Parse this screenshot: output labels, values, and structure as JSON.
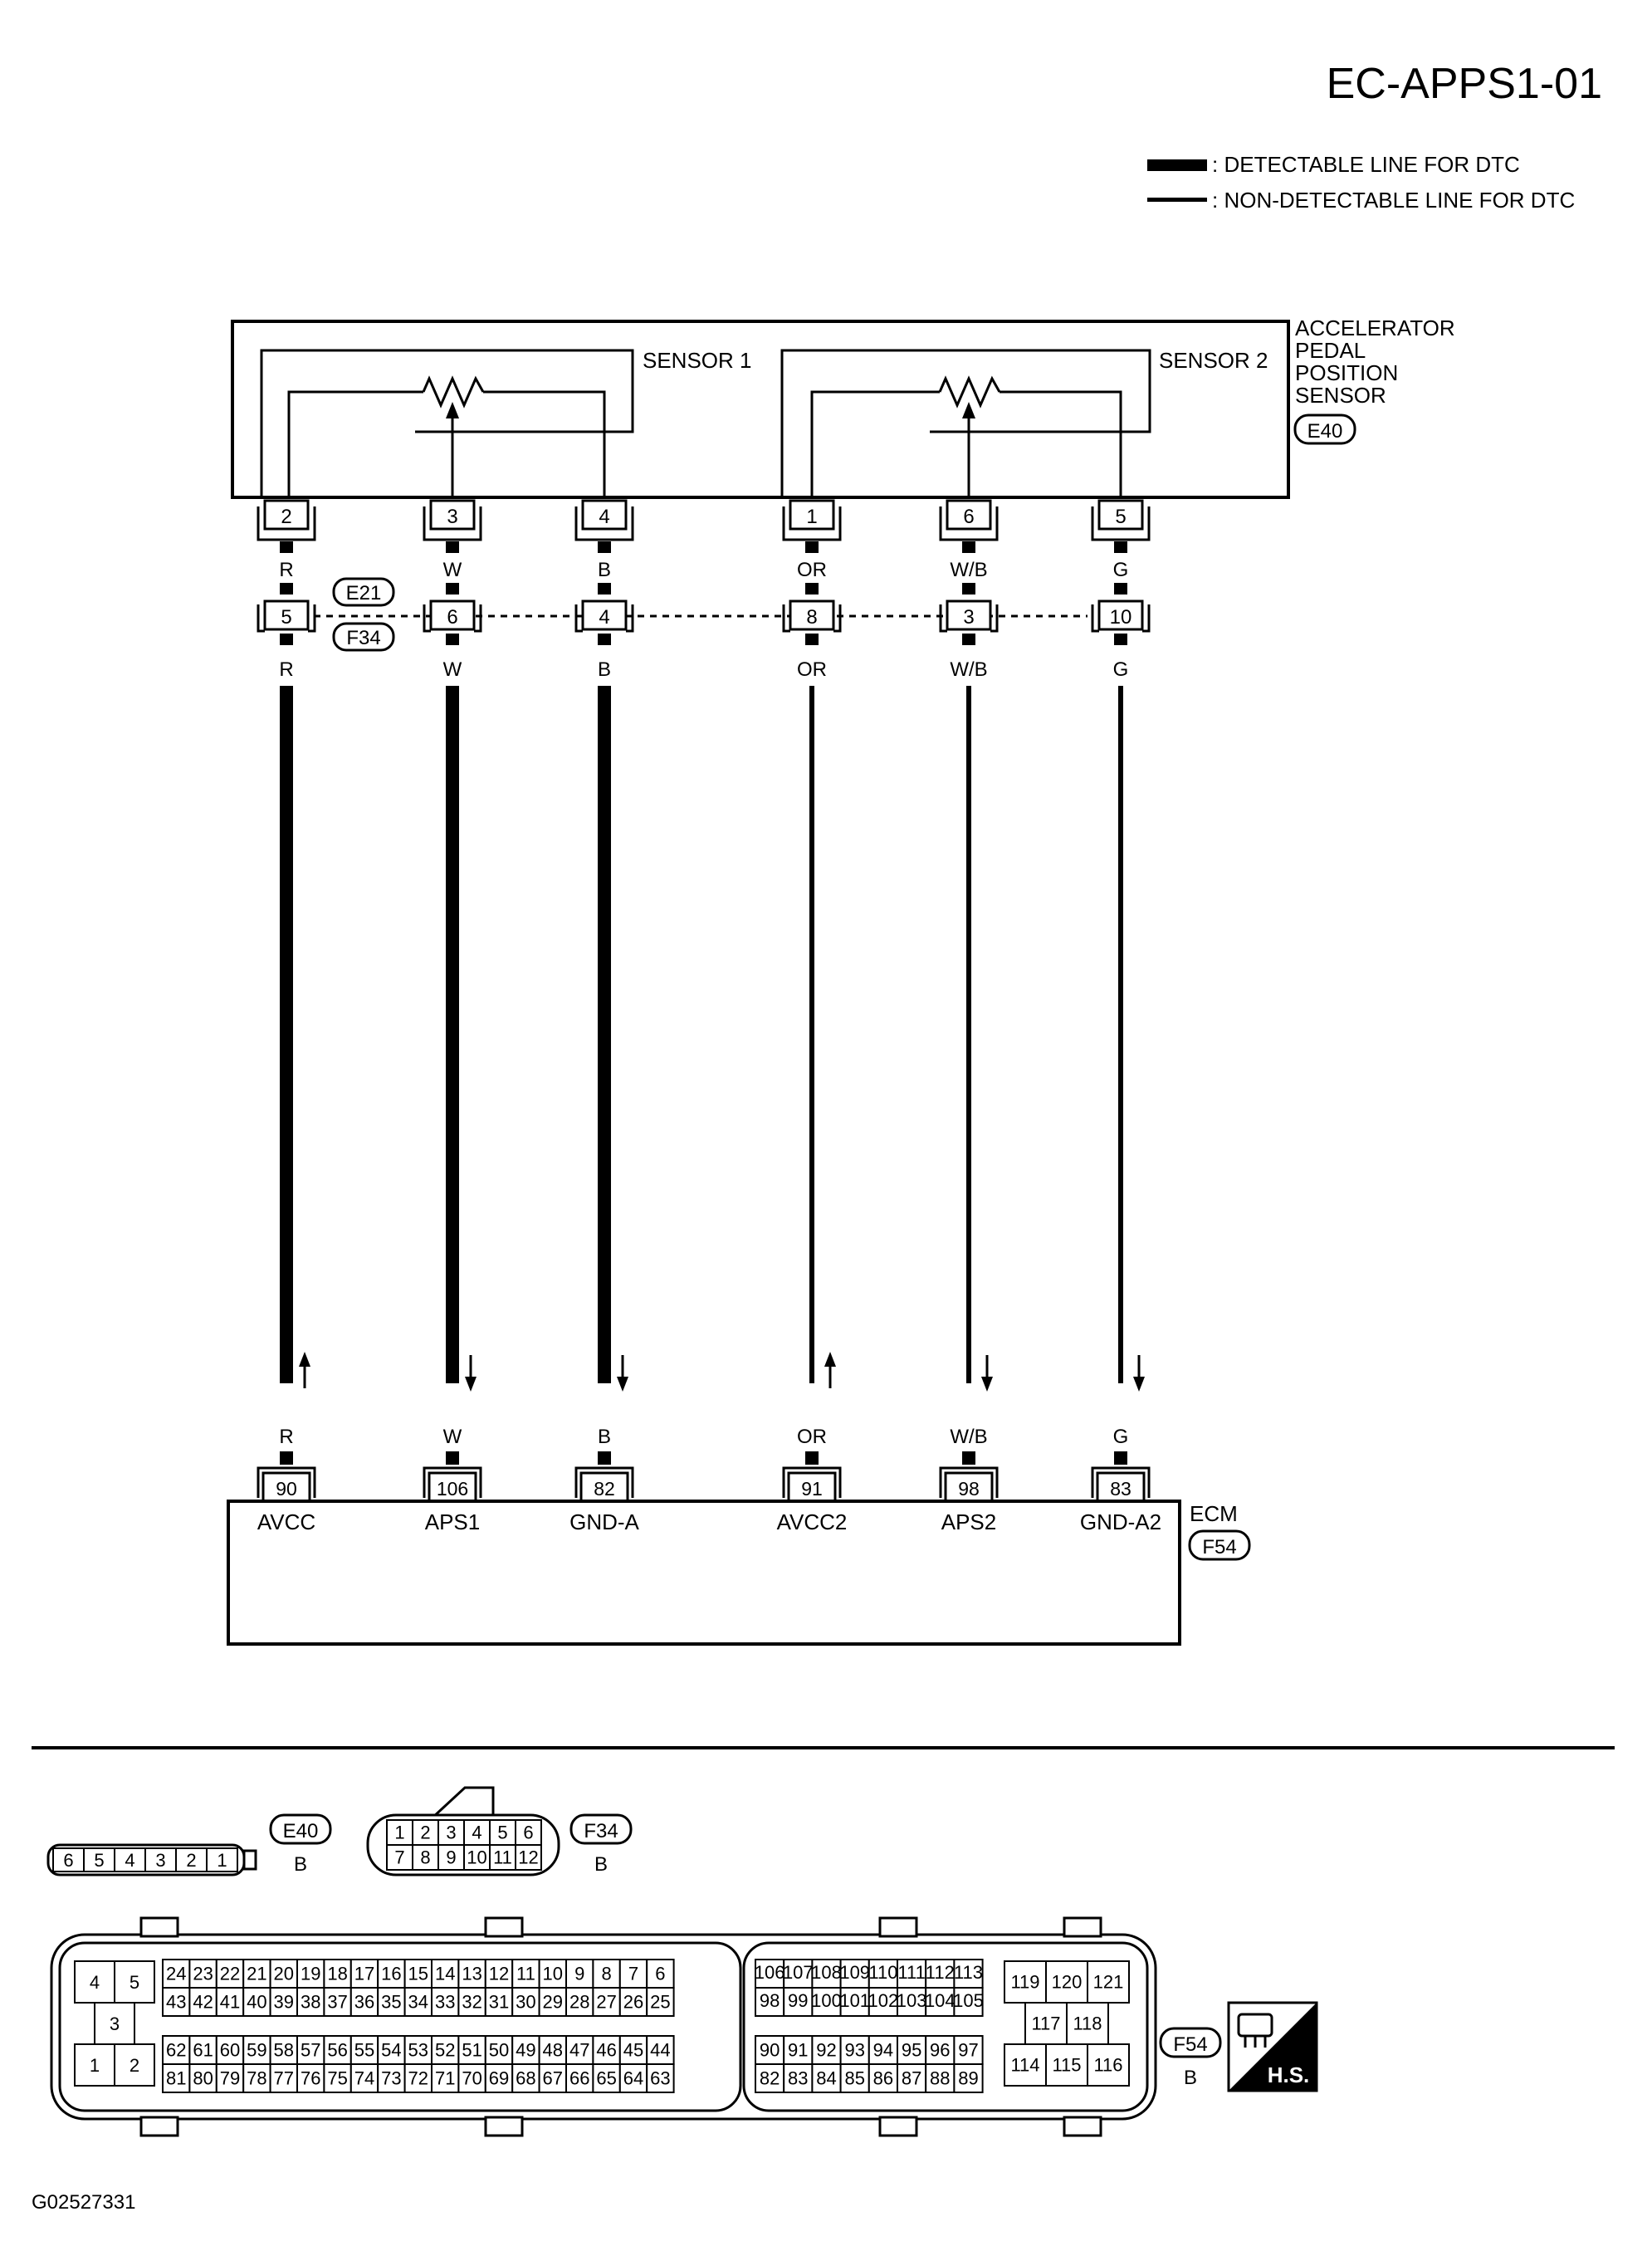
{
  "title": "EC-APPS1-01",
  "legend": {
    "detectable": ": DETECTABLE LINE FOR DTC",
    "non_detectable": ": NON-DETECTABLE LINE FOR DTC"
  },
  "sensor": {
    "name_lines": [
      "ACCELERATOR",
      "PEDAL",
      "POSITION",
      "SENSOR"
    ],
    "connector": "E40",
    "sensor1_label": "SENSOR 1",
    "sensor2_label": "SENSOR 2"
  },
  "inline_connector": {
    "top": "E21",
    "bottom": "F34"
  },
  "ecm": {
    "name": "ECM",
    "connector": "F54"
  },
  "wires": [
    {
      "sensor_pin": "2",
      "color_top": "R",
      "junction_pin": "5",
      "color_mid": "R",
      "color_bottom": "R",
      "ecm_pin": "90",
      "signal": "AVCC",
      "arrow": "up",
      "detectable": true
    },
    {
      "sensor_pin": "3",
      "color_top": "W",
      "junction_pin": "6",
      "color_mid": "W",
      "color_bottom": "W",
      "ecm_pin": "106",
      "signal": "APS1",
      "arrow": "down",
      "detectable": true
    },
    {
      "sensor_pin": "4",
      "color_top": "B",
      "junction_pin": "4",
      "color_mid": "B",
      "color_bottom": "B",
      "ecm_pin": "82",
      "signal": "GND-A",
      "arrow": "down",
      "detectable": true
    },
    {
      "sensor_pin": "1",
      "color_top": "OR",
      "junction_pin": "8",
      "color_mid": "OR",
      "color_bottom": "OR",
      "ecm_pin": "91",
      "signal": "AVCC2",
      "arrow": "up",
      "detectable": false
    },
    {
      "sensor_pin": "6",
      "color_top": "W/B",
      "junction_pin": "3",
      "color_mid": "W/B",
      "color_bottom": "W/B",
      "ecm_pin": "98",
      "signal": "APS2",
      "arrow": "down",
      "detectable": false
    },
    {
      "sensor_pin": "5",
      "color_top": "G",
      "junction_pin": "10",
      "color_mid": "G",
      "color_bottom": "G",
      "ecm_pin": "83",
      "signal": "GND-A2",
      "arrow": "down",
      "detectable": false
    }
  ],
  "connector_views": {
    "e40": {
      "id": "E40",
      "color": "B",
      "pins": [
        "6",
        "5",
        "4",
        "3",
        "2",
        "1"
      ]
    },
    "f34": {
      "id": "F34",
      "color": "B",
      "top_row": [
        "1",
        "2",
        "3",
        "4",
        "5",
        "6"
      ],
      "bottom_row": [
        "7",
        "8",
        "9",
        "10",
        "11",
        "12"
      ]
    },
    "f54": {
      "id": "F54",
      "color": "B",
      "left_block": {
        "top": [
          "4",
          "5"
        ],
        "middle": [
          "3"
        ],
        "bottom": [
          "1",
          "2"
        ]
      },
      "main_rows": [
        [
          "24",
          "23",
          "22",
          "21",
          "20",
          "19",
          "18",
          "17",
          "16",
          "15",
          "14",
          "13",
          "12",
          "11",
          "10",
          "9",
          "8",
          "7",
          "6"
        ],
        [
          "43",
          "42",
          "41",
          "40",
          "39",
          "38",
          "37",
          "36",
          "35",
          "34",
          "33",
          "32",
          "31",
          "30",
          "29",
          "28",
          "27",
          "26",
          "25"
        ],
        [
          "62",
          "61",
          "60",
          "59",
          "58",
          "57",
          "56",
          "55",
          "54",
          "53",
          "52",
          "51",
          "50",
          "49",
          "48",
          "47",
          "46",
          "45",
          "44"
        ],
        [
          "81",
          "80",
          "79",
          "78",
          "77",
          "76",
          "75",
          "74",
          "73",
          "72",
          "71",
          "70",
          "69",
          "68",
          "67",
          "66",
          "65",
          "64",
          "63"
        ]
      ],
      "mid_rows": [
        [
          "106",
          "107",
          "108",
          "109",
          "110",
          "111",
          "112",
          "113"
        ],
        [
          "98",
          "99",
          "100",
          "101",
          "102",
          "103",
          "104",
          "105"
        ],
        [
          "90",
          "91",
          "92",
          "93",
          "94",
          "95",
          "96",
          "97"
        ],
        [
          "82",
          "83",
          "84",
          "85",
          "86",
          "87",
          "88",
          "89"
        ]
      ],
      "right_block": {
        "top": [
          "119",
          "120",
          "121"
        ],
        "middle": [
          "117",
          "118"
        ],
        "bottom": [
          "114",
          "115",
          "116"
        ]
      }
    }
  },
  "hs_label": "H.S.",
  "footer_code": "G02527331"
}
